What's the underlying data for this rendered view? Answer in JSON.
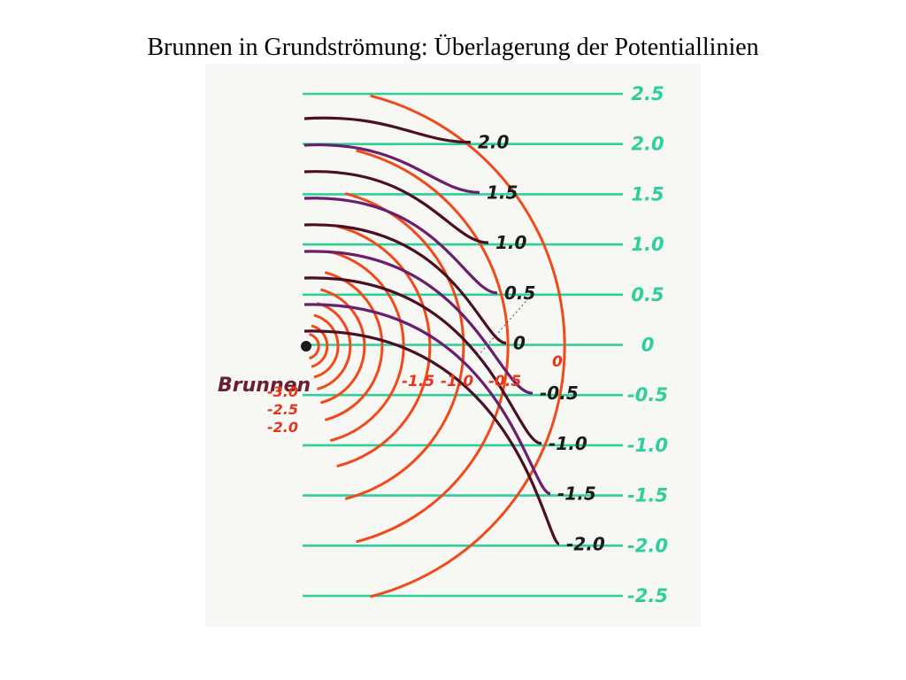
{
  "slide": {
    "title": "Brunnen in Grundströmung: Überlagerung der Potentiallinien"
  },
  "figure": {
    "well_label": "Brunnen",
    "colors": {
      "paper": "#f7f7f4",
      "base_lines": "#2ecf9a",
      "well_potential": "#f04a1a",
      "superposed": "#6a1f6e",
      "superposed_dark": "#4a0f24",
      "base_labels": "#2ecf9a",
      "superposed_labels": "#1a1a1a",
      "well_labels": "#e8341a"
    },
    "base_potential_labels": [
      "2.5",
      "2.0",
      "1.5",
      "1.0",
      "0.5",
      "0",
      "-0.5",
      "-1.0",
      "-1.5",
      "-2.0",
      "-2.5"
    ],
    "superposed_labels": [
      "2.0",
      "1.5",
      "1.0",
      "0.5",
      "0",
      "-0.5",
      "-1.0",
      "-1.5",
      "-2.0"
    ],
    "well_potential_labels_inner": [
      "-3.0",
      "-2.5",
      "-2.0"
    ],
    "well_potential_labels_outer": [
      "-1.5",
      "-1.0",
      "-0.5",
      "0"
    ]
  }
}
